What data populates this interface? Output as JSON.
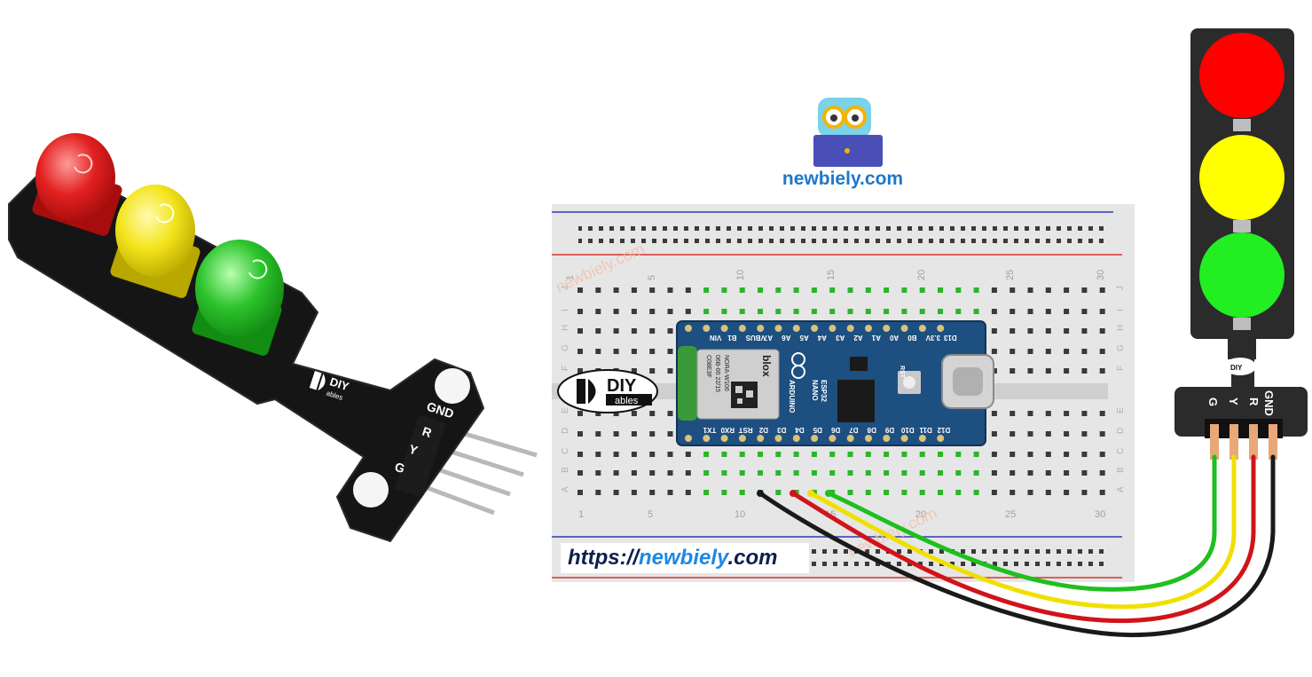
{
  "brand": {
    "site": "newbiely.com",
    "url_prefix": "https://",
    "url_domain": "newbiely",
    "url_suffix": ".com",
    "watermark": "newbiely.com"
  },
  "logo": {
    "diy": "DIY",
    "ables": "ables"
  },
  "left_module": {
    "pins": [
      "GND",
      "R",
      "Y",
      "G"
    ]
  },
  "right_module": {
    "pins": [
      "G",
      "Y",
      "R",
      "GND"
    ]
  },
  "breadboard": {
    "col_numbers": [
      "1",
      "5",
      "10",
      "15",
      "20",
      "25",
      "30"
    ],
    "rows_top": [
      "J",
      "I",
      "H",
      "G",
      "F"
    ],
    "rows_bottom": [
      "E",
      "D",
      "C",
      "B",
      "A"
    ]
  },
  "board": {
    "top_pins": [
      "VIN",
      "B1",
      "VBUS",
      "A7",
      "A6",
      "A5",
      "A4",
      "A3",
      "A2",
      "A1",
      "A0",
      "B0",
      "3.3V",
      "D13"
    ],
    "bottom_pins": [
      "TX1",
      "RX0",
      "RST",
      "D2",
      "D3",
      "D4",
      "D5",
      "D6",
      "D7",
      "D8",
      "D9",
      "D10",
      "D11",
      "D12"
    ],
    "module_brand": "blox",
    "module_lines": [
      "C08E3F",
      "06B-00 22/15",
      "NORA-W106"
    ],
    "arduino": "ARDUINO",
    "name": "NANO",
    "variant": "ESP32",
    "reset_label": "RST"
  },
  "wires": [
    {
      "color": "#1a1a1a",
      "pin": "D2",
      "module_pin": "GND"
    },
    {
      "color": "#d0141a",
      "pin": "D3",
      "module_pin": "R"
    },
    {
      "color": "#f0e000",
      "pin": "D4",
      "module_pin": "Y"
    },
    {
      "color": "#1fbf1f",
      "pin": "D5",
      "module_pin": "G"
    }
  ],
  "colors": {
    "red_led": "#ff0000",
    "yellow_led": "#ffff00",
    "green_led": "#22ee22",
    "board": "#1d4f80",
    "brand_blue": "#1e77c8"
  }
}
